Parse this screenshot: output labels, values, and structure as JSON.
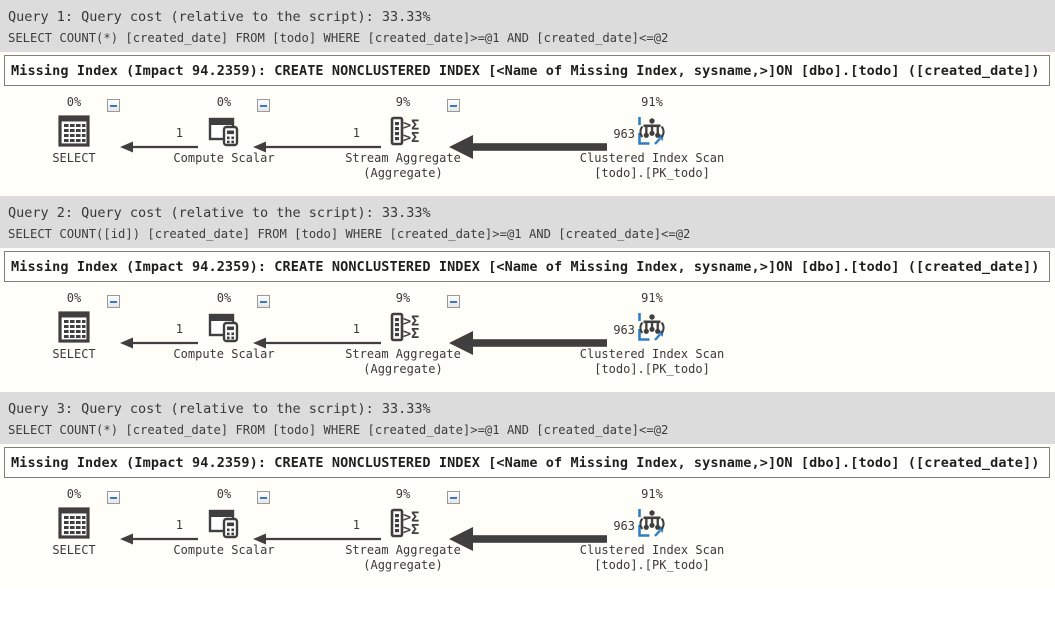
{
  "colors": {
    "band_bg": "#dcdcdc",
    "plan_bg": "#fffef8",
    "box_border": "#7f7f7f",
    "icon_dark": "#3f3f3f",
    "accent_blue": "#2e7ec7",
    "text": "#3a3a3a"
  },
  "queries": [
    {
      "header": "Query 1: Query cost (relative to the script): 33.33%",
      "sql": "SELECT COUNT(*) [created_date] FROM [todo] WHERE [created_date]>=@1 AND [created_date]<=@2",
      "missing_index": "Missing Index (Impact 94.2359): CREATE NONCLUSTERED INDEX [<Name of Missing Index, sysname,>]ON [dbo].[todo] ([created_date])"
    },
    {
      "header": "Query 2: Query cost (relative to the script): 33.33%",
      "sql": "SELECT COUNT([id]) [created_date] FROM [todo] WHERE [created_date]>=@1 AND [created_date]<=@2",
      "missing_index": "Missing Index (Impact 94.2359): CREATE NONCLUSTERED INDEX [<Name of Missing Index, sysname,>]ON [dbo].[todo] ([created_date])"
    },
    {
      "header": "Query 3: Query cost (relative to the script): 33.33%",
      "sql": "SELECT COUNT(*) [created_date] FROM [todo] WHERE [created_date]>=@1 AND [created_date]<=@2",
      "missing_index": "Missing Index (Impact 94.2359): CREATE NONCLUSTERED INDEX [<Name of Missing Index, sysname,>]ON [dbo].[todo] ([created_date])"
    }
  ],
  "plan": {
    "nodes": [
      {
        "name": "SELECT",
        "icon": "result-grid-icon",
        "pct": "0%",
        "label1": "SELECT",
        "label2": ""
      },
      {
        "name": "Compute Scalar",
        "icon": "compute-scalar-icon",
        "pct": "0%",
        "label1": "Compute Scalar",
        "label2": ""
      },
      {
        "name": "Stream Aggregate",
        "icon": "stream-aggregate-icon",
        "pct": "9%",
        "label1": "Stream Aggregate",
        "label2": "(Aggregate)"
      },
      {
        "name": "Clustered Index Scan",
        "icon": "clustered-index-scan-icon",
        "pct": "91%",
        "label1": "Clustered Index Scan",
        "label2": "[todo].[PK_todo]"
      }
    ],
    "edges": [
      {
        "rows": "1"
      },
      {
        "rows": "1"
      },
      {
        "rows": "963"
      }
    ]
  }
}
